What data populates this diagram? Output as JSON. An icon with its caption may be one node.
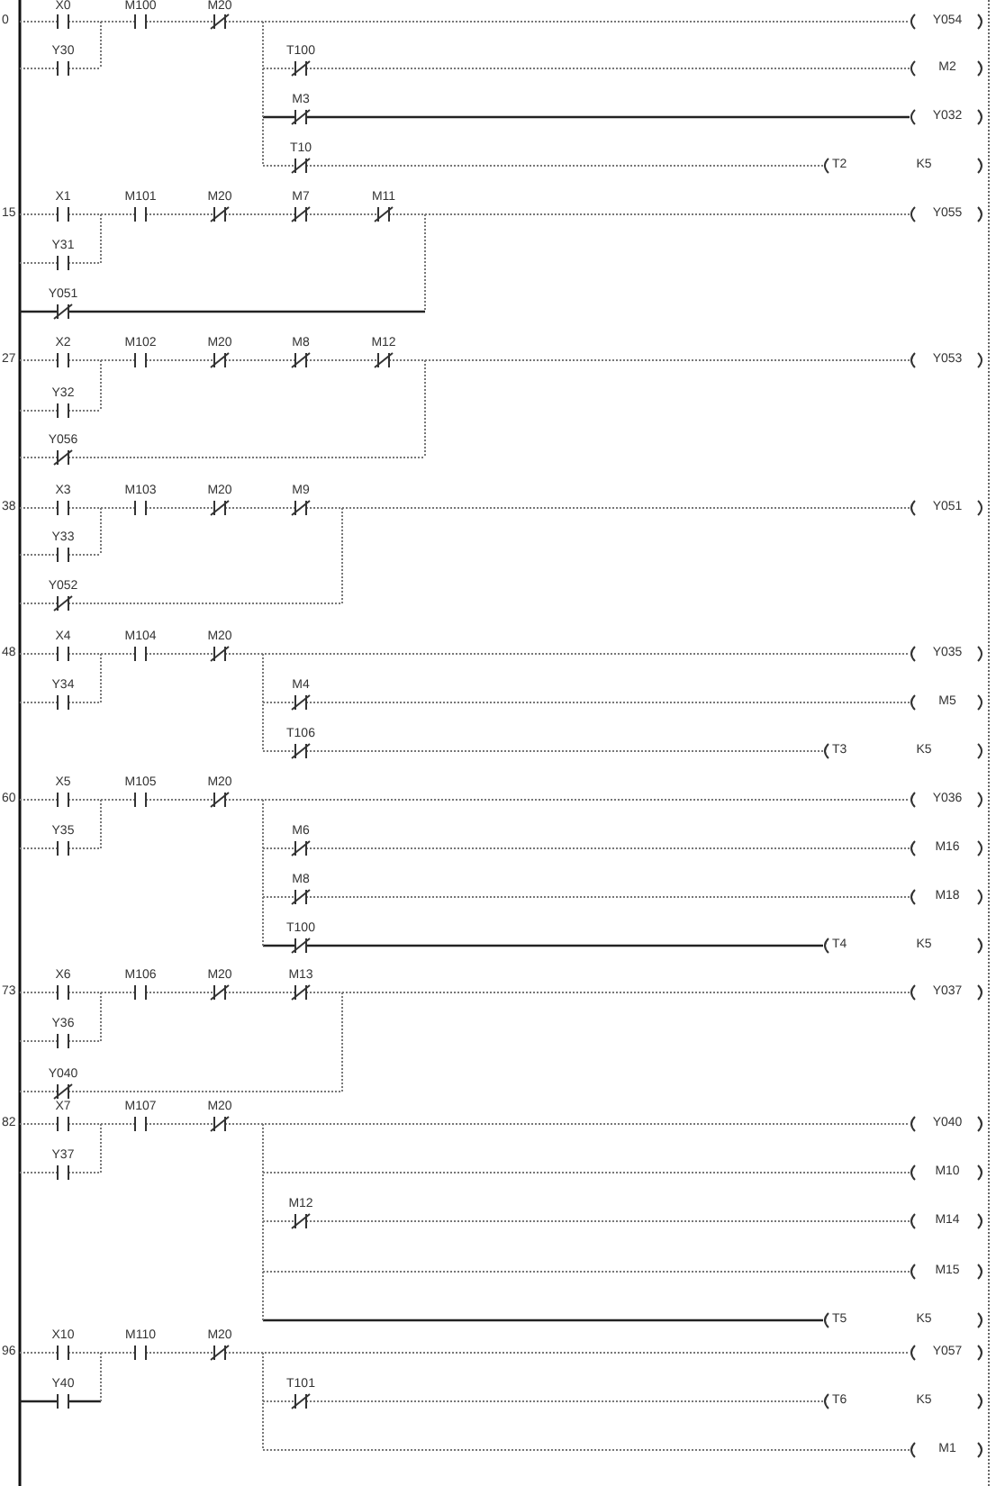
{
  "diagram": {
    "labels": [
      "0",
      "X0",
      "M100",
      "M20",
      "Y054",
      "Y30",
      "T100",
      "M2",
      "M3",
      "Y032",
      "T10",
      "T2",
      "K5",
      "15",
      "X1",
      "M101",
      "M20",
      "M7",
      "M11",
      "Y055",
      "Y31",
      "Y051",
      "27",
      "X2",
      "M102",
      "M20",
      "M8",
      "M12",
      "Y053",
      "Y32",
      "Y056",
      "38",
      "X3",
      "M103",
      "M20",
      "M9",
      "Y051",
      "Y33",
      "Y052",
      "48",
      "X4",
      "M104",
      "M20",
      "Y035",
      "Y34",
      "M4",
      "M5",
      "T106",
      "T3",
      "K5",
      "60",
      "X5",
      "M105",
      "M20",
      "Y036",
      "Y35",
      "M6",
      "M16",
      "M8",
      "M18",
      "T100",
      "T4",
      "K5",
      "73",
      "X6",
      "M106",
      "M20",
      "M13",
      "Y037",
      "Y36",
      "Y040",
      "82",
      "X7",
      "M107",
      "M20",
      "Y040",
      "Y37",
      "M10",
      "M12",
      "M14",
      "M15",
      "T5",
      "K5",
      "96",
      "X10",
      "M110",
      "M20",
      "Y057",
      "Y40",
      "T101",
      "T6",
      "K5",
      "M1"
    ]
  }
}
